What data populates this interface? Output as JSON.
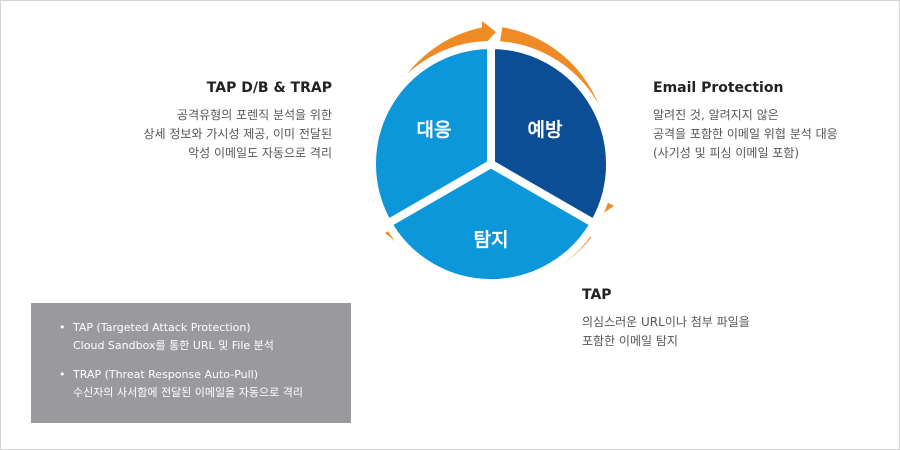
{
  "colors": {
    "orange_ring": "#f08a24",
    "dark_blue": "#0b4e95",
    "light_blue": "#0d97db",
    "gray_box": "#9a9a9e"
  },
  "cycle": {
    "segments": [
      {
        "label": "대응"
      },
      {
        "label": "예방"
      },
      {
        "label": "탐지"
      }
    ]
  },
  "blocks": {
    "tap_db_trap": {
      "title": "TAP D/B & TRAP",
      "lines": [
        "공격유형의 포렌직 분석을 위한",
        "상세 정보와 가시성 제공, 이미 전달된",
        "악성 이메일도 자동으로 격리"
      ]
    },
    "email_protection": {
      "title": "Email Protection",
      "lines": [
        "알려진 것, 알려지지 않은",
        "공격을 포함한 이메일 위협  분석 대응",
        "(사기성 및 피싱  이메일 포함)"
      ]
    },
    "tap": {
      "title": "TAP",
      "lines": [
        "의심스러운 URL이나 첨부 파일을",
        "포함한 이메일 탐지"
      ]
    }
  },
  "legend": {
    "bullet": "•",
    "items": [
      {
        "line1": "TAP (Targeted Attack Protection)",
        "line2": "Cloud Sandbox를 통한 URL 및 File 분석"
      },
      {
        "line1": "TRAP (Threat Response Auto-Pull)",
        "line2": "수신자의 사서함에 전달된 이메일을 자동으로 격리"
      }
    ]
  }
}
